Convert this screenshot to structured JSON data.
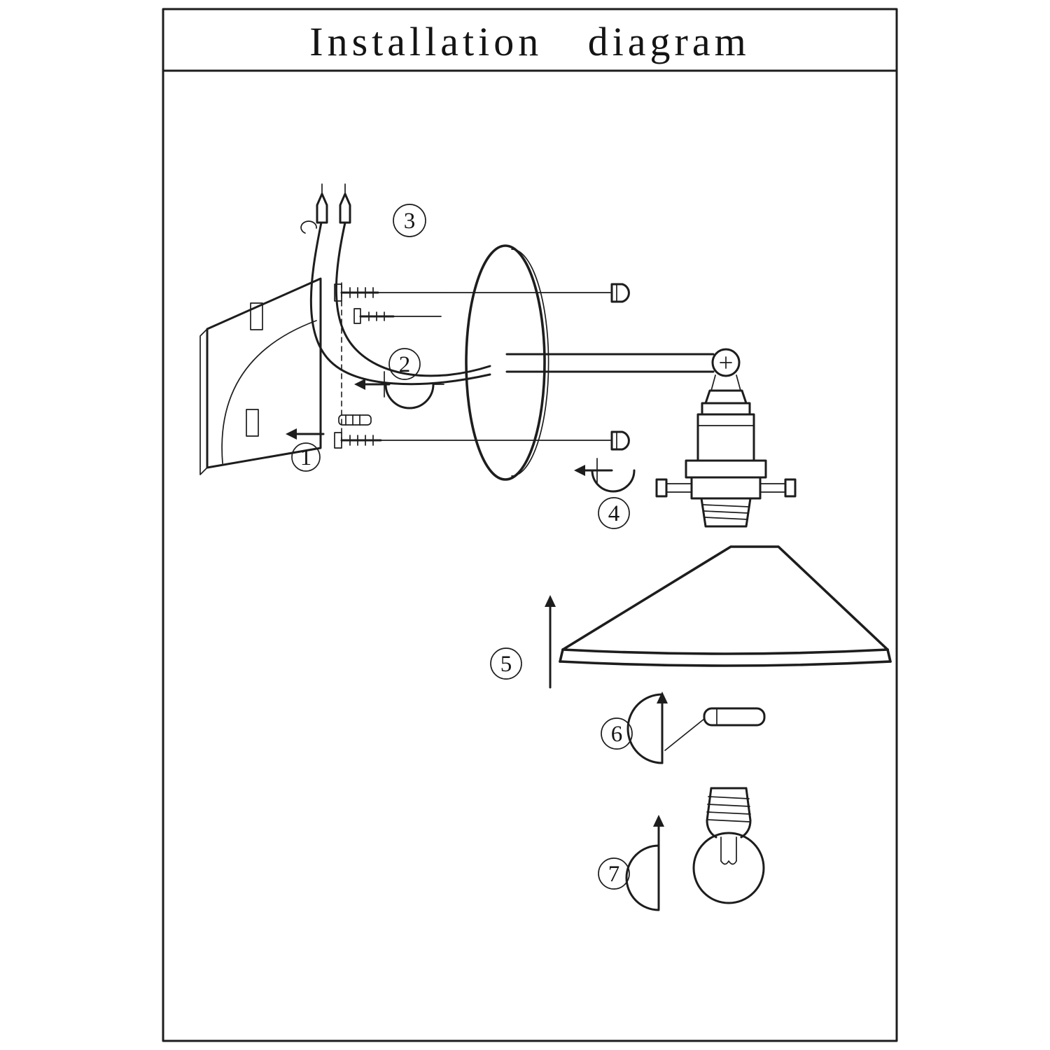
{
  "title": "Installation diagram",
  "colors": {
    "ink": "#1d1d1d",
    "background": "#ffffff"
  },
  "steps": [
    {
      "label": "1"
    },
    {
      "label": "2"
    },
    {
      "label": "3"
    },
    {
      "label": "4"
    },
    {
      "label": "5"
    },
    {
      "label": "6"
    },
    {
      "label": "7"
    }
  ]
}
